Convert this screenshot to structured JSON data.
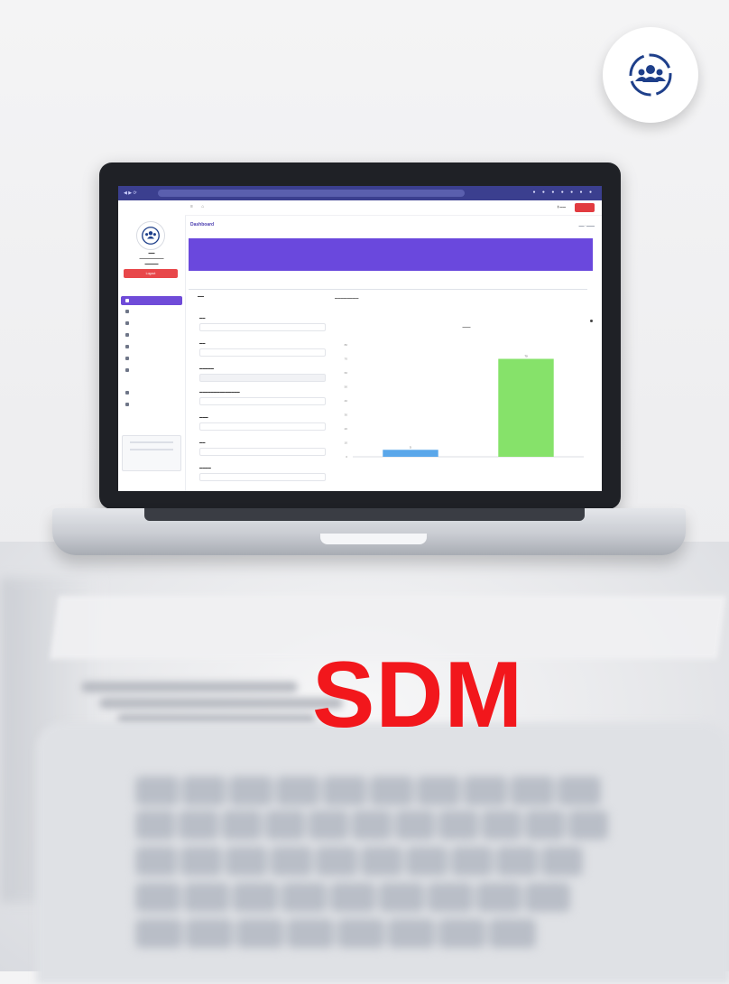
{
  "headline": {
    "text": "SDM",
    "color": "#f2171c"
  },
  "logo": {
    "icon": "people-group-icon",
    "color": "#1e3f8a"
  },
  "app": {
    "browser": {
      "url": ""
    },
    "sidebar": {
      "avatar_icon": "people-group-icon",
      "logout_label": "Logout",
      "items": [
        "",
        "",
        "",
        "",
        "",
        "",
        "",
        "",
        "",
        ""
      ],
      "card_title": ""
    },
    "topbar": {
      "button_label": ""
    },
    "page_title": "Dashboard",
    "banner": {
      "title": "",
      "subtitle": ""
    },
    "form": {
      "fields": [
        "",
        "",
        "",
        "",
        "",
        "",
        ""
      ]
    },
    "accent": "#6a48dd"
  },
  "chart_data": {
    "type": "bar",
    "categories": [
      "",
      ""
    ],
    "values": [
      5,
      70
    ],
    "ylim": [
      0,
      80
    ],
    "colors": [
      "#5aa7ea",
      "#86e26a"
    ],
    "title": "",
    "xlabel": "",
    "ylabel": ""
  }
}
